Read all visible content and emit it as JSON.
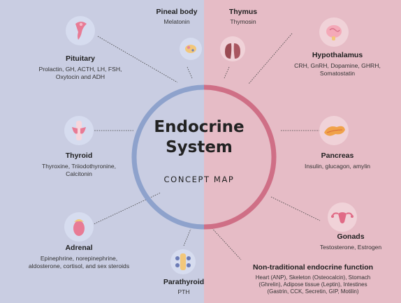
{
  "colors": {
    "left_bg": "#c9cde2",
    "right_bg": "#e6bcc6",
    "circle_left": "#8ea2cc",
    "circle_right": "#cf6f86",
    "icon_left_bg": "#d6dcef",
    "icon_right_bg": "#f0d2d8",
    "text": "#222222"
  },
  "center": {
    "title_line1": "Endocrine",
    "title_line2": "System",
    "subtitle": "CONCEPT MAP"
  },
  "nodes": {
    "pineal": {
      "title": "Pineal body",
      "sub": "Melatonin",
      "icon": "pineal-icon"
    },
    "thymus": {
      "title": "Thymus",
      "sub": "Thymosin",
      "icon": "thymus-icon"
    },
    "pituitary": {
      "title": "Pituitary",
      "sub_line1": "Prolactin, GH, ACTH, LH, FSH,",
      "sub_line2": "Oxytocin and ADH",
      "icon": "pituitary-icon"
    },
    "hypothalamus": {
      "title": "Hypothalamus",
      "sub_line1": "CRH, GnRH, Dopamine, GHRH,",
      "sub_line2": "Somatostatin",
      "icon": "brain-icon"
    },
    "thyroid": {
      "title": "Thyroid",
      "sub_line1": "Thyroxine, Triiodothyronine,",
      "sub_line2": "Calcitonin",
      "icon": "thyroid-icon"
    },
    "pancreas": {
      "title": "Pancreas",
      "sub": "Insulin, glucagon, amylin",
      "icon": "pancreas-icon"
    },
    "adrenal": {
      "title": "Adrenal",
      "sub_line1": "Epinephrine, norepinephrine,",
      "sub_line2": "aldosterone, cortisol, and sex steroids",
      "icon": "adrenal-icon"
    },
    "gonads": {
      "title": "Gonads",
      "sub": "Testosterone, Estrogen",
      "icon": "uterus-icon"
    },
    "parathyroid": {
      "title": "Parathyroid",
      "sub": "PTH",
      "icon": "parathyroid-icon"
    },
    "nontraditional": {
      "title": "Non-traditional endocrine function",
      "sub_line1": "Heart (ANP), Skeleton (Osteocalcin), Stomach",
      "sub_line2": "(Ghrelin), Adipose tissue (Leptin), Intestines",
      "sub_line3": "(Gastrin, CCK, Secretin, GIP, Motilin)"
    }
  }
}
